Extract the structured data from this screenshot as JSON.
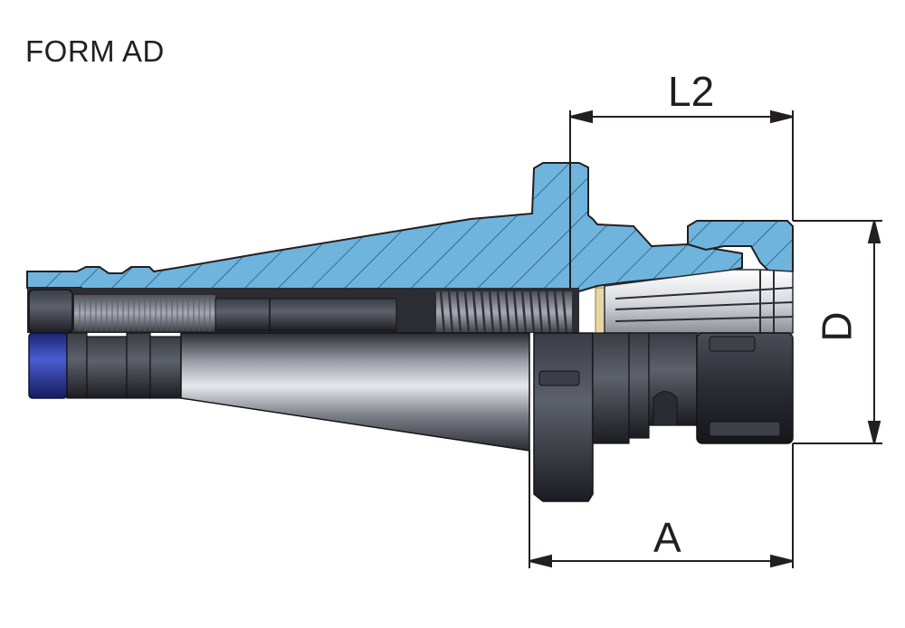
{
  "title": "FORM AD",
  "dimensions": {
    "l2": "L2",
    "a": "A",
    "d": "D"
  },
  "colors": {
    "section_fill": "#6fb4dc",
    "section_hatch": "#2a5a80",
    "steel_dark": "#1e1f24",
    "steel_mid": "#6c7079",
    "steel_light": "#c9ccd2",
    "drive_blue": "#2b3c9e",
    "outline": "#231f20"
  }
}
